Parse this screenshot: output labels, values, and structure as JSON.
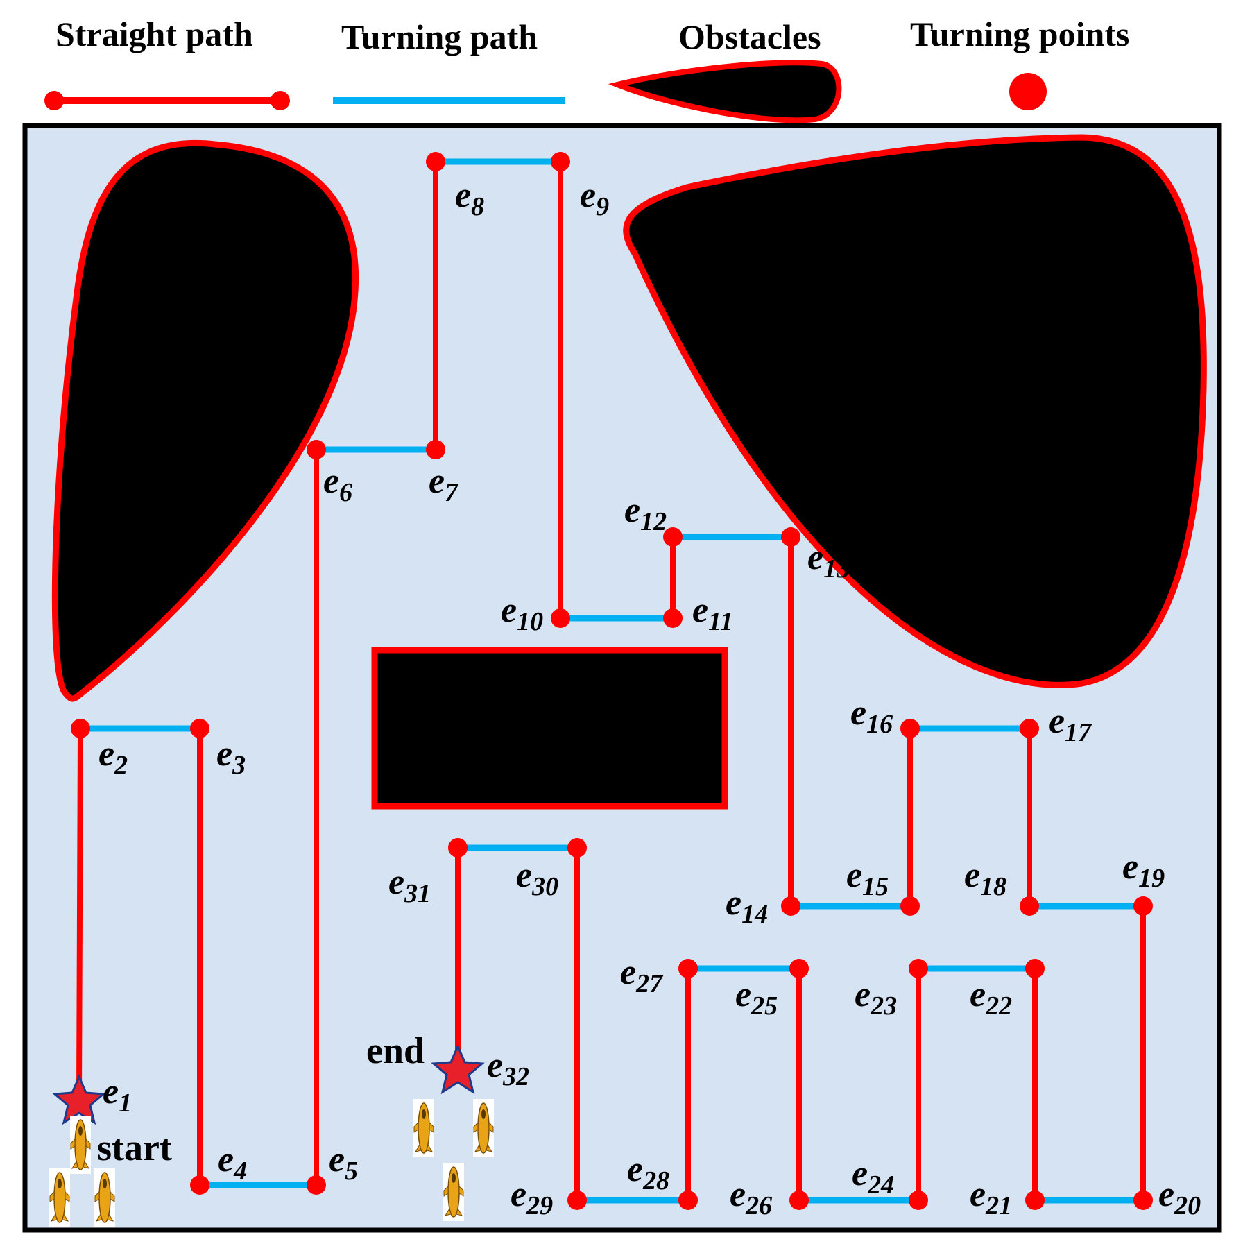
{
  "legend": {
    "straight": "Straight path",
    "turning": "Turning  path",
    "obstacles": "Obstacles",
    "points": "Turning points"
  },
  "start_label": "start",
  "end_label": "end",
  "colors": {
    "straight": "#ff0000",
    "turning": "#00b0f0",
    "obstacle_fill": "#000000",
    "obstacle_edge": "#ff0000",
    "field": "#d6e3f3",
    "star_fill": "#e8202a",
    "star_edge": "#1f3a8a",
    "drone": "#e8a317"
  },
  "points": [
    {
      "id": "e1",
      "base": "e",
      "sub": "1"
    },
    {
      "id": "e2",
      "base": "e",
      "sub": "2"
    },
    {
      "id": "e3",
      "base": "e",
      "sub": "3"
    },
    {
      "id": "e4",
      "base": "e",
      "sub": "4"
    },
    {
      "id": "e5",
      "base": "e",
      "sub": "5"
    },
    {
      "id": "e6",
      "base": "e",
      "sub": "6"
    },
    {
      "id": "e7",
      "base": "e",
      "sub": "7"
    },
    {
      "id": "e8",
      "base": "e",
      "sub": "8"
    },
    {
      "id": "e9",
      "base": "e",
      "sub": "9"
    },
    {
      "id": "e10",
      "base": "e",
      "sub": "10"
    },
    {
      "id": "e11",
      "base": "e",
      "sub": "11"
    },
    {
      "id": "e12",
      "base": "e",
      "sub": "12"
    },
    {
      "id": "e13",
      "base": "e",
      "sub": "13"
    },
    {
      "id": "e14",
      "base": "e",
      "sub": "14"
    },
    {
      "id": "e15",
      "base": "e",
      "sub": "15"
    },
    {
      "id": "e16",
      "base": "e",
      "sub": "16"
    },
    {
      "id": "e17",
      "base": "e",
      "sub": "17"
    },
    {
      "id": "e18",
      "base": "e",
      "sub": "18"
    },
    {
      "id": "e19",
      "base": "e",
      "sub": "19"
    },
    {
      "id": "e20",
      "base": "e",
      "sub": "20"
    },
    {
      "id": "e21",
      "base": "e",
      "sub": "21"
    },
    {
      "id": "e22",
      "base": "e",
      "sub": "22"
    },
    {
      "id": "e23",
      "base": "e",
      "sub": "23"
    },
    {
      "id": "e24",
      "base": "e",
      "sub": "24"
    },
    {
      "id": "e25",
      "base": "e",
      "sub": "25"
    },
    {
      "id": "e26",
      "base": "e",
      "sub": "26"
    },
    {
      "id": "e27",
      "base": "e",
      "sub": "27"
    },
    {
      "id": "e28",
      "base": "e",
      "sub": "28"
    },
    {
      "id": "e29",
      "base": "e",
      "sub": "29"
    },
    {
      "id": "e30",
      "base": "e",
      "sub": "30"
    },
    {
      "id": "e31",
      "base": "e",
      "sub": "31"
    },
    {
      "id": "e32",
      "base": "e",
      "sub": "32"
    }
  ],
  "edges": [
    {
      "from": "e1",
      "to": "e2",
      "kind": "straight"
    },
    {
      "from": "e2",
      "to": "e3",
      "kind": "turning"
    },
    {
      "from": "e3",
      "to": "e4",
      "kind": "straight"
    },
    {
      "from": "e4",
      "to": "e5",
      "kind": "turning"
    },
    {
      "from": "e5",
      "to": "e6",
      "kind": "straight"
    },
    {
      "from": "e6",
      "to": "e7",
      "kind": "turning"
    },
    {
      "from": "e7",
      "to": "e8",
      "kind": "straight"
    },
    {
      "from": "e8",
      "to": "e9",
      "kind": "turning"
    },
    {
      "from": "e9",
      "to": "e10",
      "kind": "straight"
    },
    {
      "from": "e10",
      "to": "e11",
      "kind": "turning"
    },
    {
      "from": "e11",
      "to": "e12",
      "kind": "straight"
    },
    {
      "from": "e12",
      "to": "e13",
      "kind": "turning"
    },
    {
      "from": "e13",
      "to": "e14",
      "kind": "straight"
    },
    {
      "from": "e14",
      "to": "e15",
      "kind": "turning"
    },
    {
      "from": "e15",
      "to": "e16",
      "kind": "straight"
    },
    {
      "from": "e16",
      "to": "e17",
      "kind": "turning"
    },
    {
      "from": "e17",
      "to": "e18",
      "kind": "straight"
    },
    {
      "from": "e18",
      "to": "e19",
      "kind": "turning"
    },
    {
      "from": "e19",
      "to": "e20",
      "kind": "straight"
    },
    {
      "from": "e20",
      "to": "e21",
      "kind": "turning"
    },
    {
      "from": "e21",
      "to": "e22",
      "kind": "straight"
    },
    {
      "from": "e22",
      "to": "e23",
      "kind": "turning"
    },
    {
      "from": "e23",
      "to": "e24",
      "kind": "straight"
    },
    {
      "from": "e24",
      "to": "e26",
      "kind": "turning"
    },
    {
      "from": "e26",
      "to": "e25",
      "kind": "straight"
    },
    {
      "from": "e25",
      "to": "e27",
      "kind": "turning"
    },
    {
      "from": "e27",
      "to": "e28",
      "kind": "straight"
    },
    {
      "from": "e28",
      "to": "e29",
      "kind": "turning"
    },
    {
      "from": "e29",
      "to": "e30",
      "kind": "straight"
    },
    {
      "from": "e30",
      "to": "e31",
      "kind": "turning"
    },
    {
      "from": "e31",
      "to": "e32",
      "kind": "straight"
    }
  ]
}
